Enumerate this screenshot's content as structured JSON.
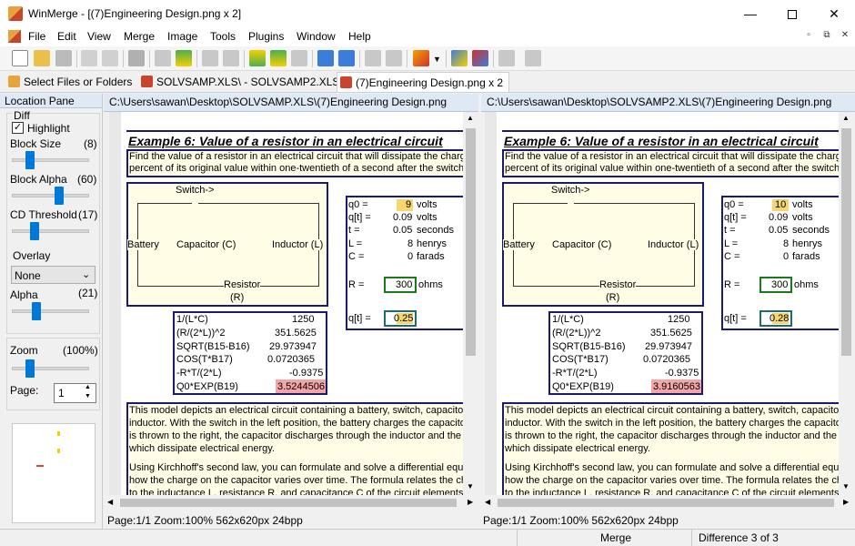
{
  "window": {
    "title": "WinMerge - [(7)Engineering Design.png x 2]"
  },
  "menu": [
    "File",
    "Edit",
    "View",
    "Merge",
    "Image",
    "Tools",
    "Plugins",
    "Window",
    "Help"
  ],
  "tabs": [
    {
      "label": "Select Files or Folders"
    },
    {
      "label": "SOLVSAMP.XLS\\ - SOLVSAMP2.XLS\\"
    },
    {
      "label": "(7)Engineering Design.png x 2"
    }
  ],
  "location_pane": {
    "title": "Location Pane",
    "diff_group": "Diff",
    "highlight_label": "Highlight",
    "highlight_checked": true,
    "block_size_label": "Block Size",
    "block_size_value": "(8)",
    "block_alpha_label": "Block Alpha",
    "block_alpha_value": "(60)",
    "cd_threshold_label": "CD Threshold",
    "cd_threshold_value": "(17)",
    "overlay_group": "Overlay",
    "overlay_selected": "None",
    "alpha_label": "Alpha",
    "alpha_value": "(21)",
    "zoom_label": "Zoom",
    "zoom_value": "(100%)",
    "page_label": "Page:",
    "page_value": "1"
  },
  "left": {
    "path": "C:\\Users\\sawan\\Desktop\\SOLVSAMP.XLS\\(7)Engineering Design.png",
    "status": "Page:1/1 Zoom:100% 562x620px 24bpp",
    "q0": "9",
    "qt": "0.25",
    "result": "3.5244506"
  },
  "right": {
    "path": "C:\\Users\\sawan\\Desktop\\SOLVSAMP2.XLS\\(7)Engineering Design.png",
    "status": "Page:1/1 Zoom:100% 562x620px 24bpp",
    "q0": "10",
    "qt": "0.28",
    "result": "3.9160563"
  },
  "doc": {
    "heading": "Example 6:  Value of a resistor in an electrical circuit",
    "intro1": "Find the value of a resistor in an electrical circuit that will dissipate the charge t",
    "intro2": "percent of its original value within one-twentieth of a second after the switch is",
    "switch": "Switch->",
    "battery": "Battery",
    "capacitor": "Capacitor (C)",
    "inductor": "Inductor (L)",
    "resistor": "Resistor",
    "r": "(R)",
    "vars": [
      {
        "name": "q0 =",
        "unit": "volts"
      },
      {
        "name": "q[t] =",
        "val": "0.09",
        "unit": "volts"
      },
      {
        "name": "t =",
        "val": "0.05",
        "unit": "seconds"
      },
      {
        "name": "L =",
        "val": "8",
        "unit": "henrys"
      },
      {
        "name": "C =",
        "val": "0",
        "unit": "farads"
      }
    ],
    "r_label": "R =",
    "r_value": "300",
    "r_unit": "ohms",
    "qt_label": "q[t] =",
    "calc": [
      {
        "f": "1/(L*C)",
        "v": "1250"
      },
      {
        "f": "(R/(2*L))^2",
        "v": "351.5625"
      },
      {
        "f": "SQRT(B15-B16)",
        "v": "29.973947"
      },
      {
        "f": "COS(T*B17)",
        "v": "0.0720365"
      },
      {
        "f": "-R*T/(2*L)",
        "v": "-0.9375"
      },
      {
        "f": "Q0*EXP(B19)"
      }
    ],
    "para1": [
      "This model depicts an electrical circuit containing a battery, switch, capacitor,",
      "inductor.  With the switch in the left position, the battery charges the capacitor",
      "is thrown to the right, the capacitor discharges through the inductor and the re",
      "which dissipate electrical energy."
    ],
    "para2": [
      "Using Kirchhoff's second law, you can formulate and solve a differential equati",
      "how the charge on the capacitor varies over time.  The formula relates the char",
      "to the inductance L, resistance R, and capacitance C of the circuit elements."
    ]
  },
  "statusbar": {
    "merge": "Merge",
    "difference": "Difference 3 of 3"
  },
  "colors": {
    "accent": "#0078d7",
    "highlight_yellow": "#f5d76e",
    "highlight_red": "#f4a6a6",
    "doc_border": "#1a1a6e"
  }
}
